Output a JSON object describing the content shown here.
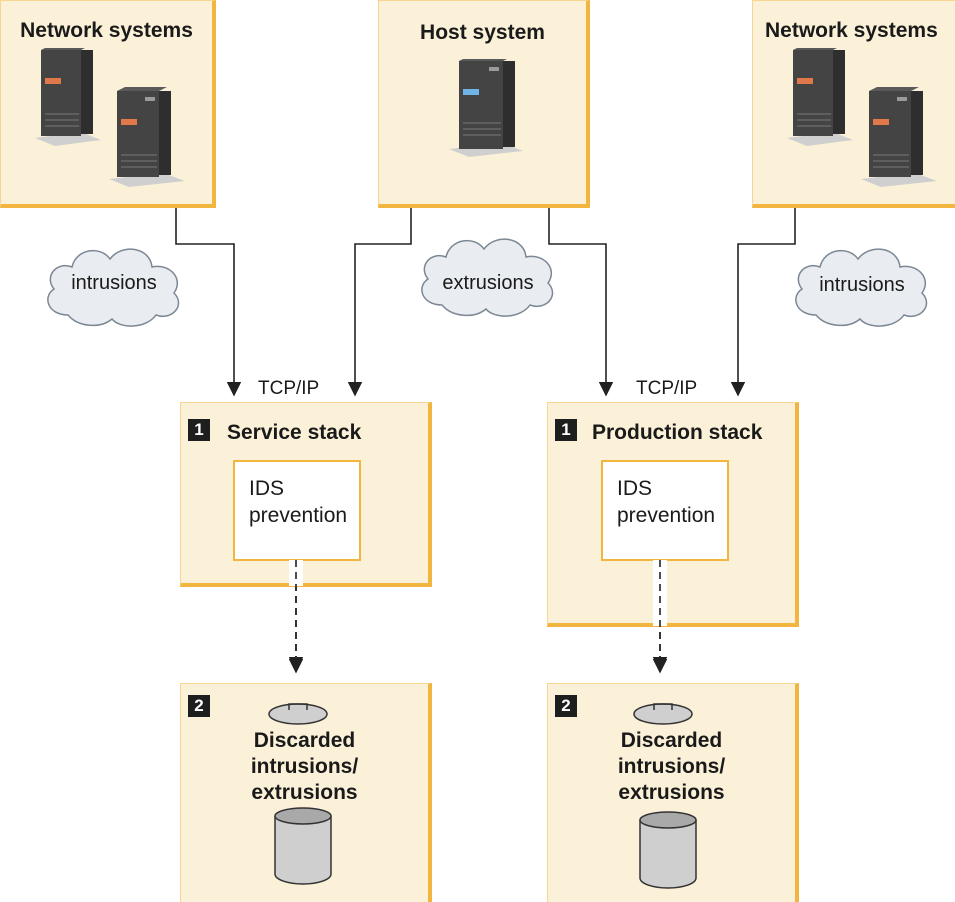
{
  "systems": {
    "left_title": "Network systems",
    "center_title": "Host system",
    "right_title": "Network systems"
  },
  "clouds": {
    "left": "intrusions",
    "center": "extrusions",
    "right": "intrusions"
  },
  "protocol": {
    "left": "TCP/IP",
    "right": "TCP/IP"
  },
  "stacks": {
    "service": {
      "badge": "1",
      "title": "Service stack",
      "ids_line1": "IDS",
      "ids_line2": "prevention"
    },
    "production": {
      "badge": "1",
      "title": "Production stack",
      "ids_line1": "IDS",
      "ids_line2": "prevention"
    }
  },
  "discards": {
    "left": {
      "badge": "2",
      "line1": "Discarded",
      "line2": "intrusions/",
      "line3": "extrusions"
    },
    "right": {
      "badge": "2",
      "line1": "Discarded",
      "line2": "intrusions/",
      "line3": "extrusions"
    }
  },
  "colors": {
    "panel_fill": "#fbf1d9",
    "panel_border": "#f2b640",
    "server_body": "#3c3c3c",
    "left_server_led": "#e0784a",
    "host_server_led": "#6fb4e6"
  }
}
